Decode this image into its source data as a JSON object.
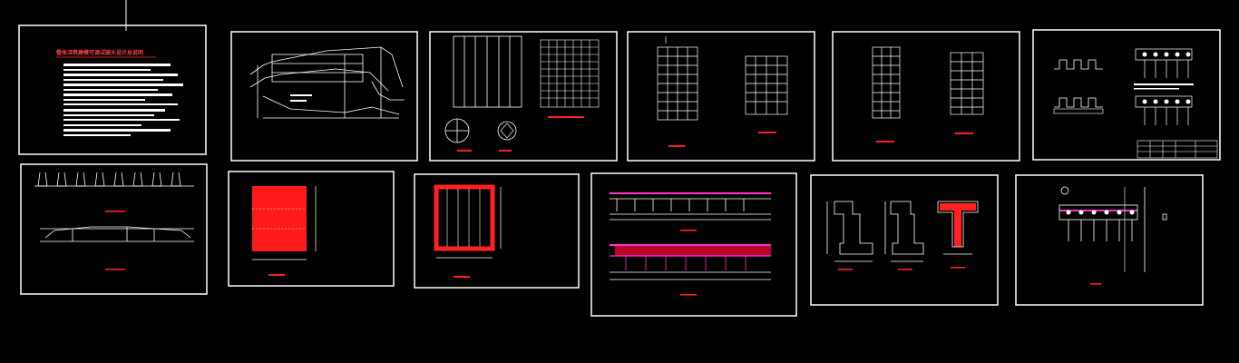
{
  "document": {
    "title": "整体浇筑建模可调试硫头设计总说明"
  },
  "colors": {
    "background": "#000000",
    "line": "#ffffff",
    "accent": "#ff2020",
    "magenta": "#ff33cc"
  },
  "sheets": [
    {
      "kind": "notes"
    },
    {
      "kind": "elevation-profile"
    },
    {
      "kind": "grid-plan"
    },
    {
      "kind": "pile-plan"
    },
    {
      "kind": "pile-plan-2"
    },
    {
      "kind": "sections-table"
    },
    {
      "kind": "pier-elevation"
    },
    {
      "kind": "red-slab"
    },
    {
      "kind": "red-frame-slab"
    },
    {
      "kind": "rebar-elevation"
    },
    {
      "kind": "cross-sections"
    },
    {
      "kind": "pile-cap-elevation"
    }
  ]
}
